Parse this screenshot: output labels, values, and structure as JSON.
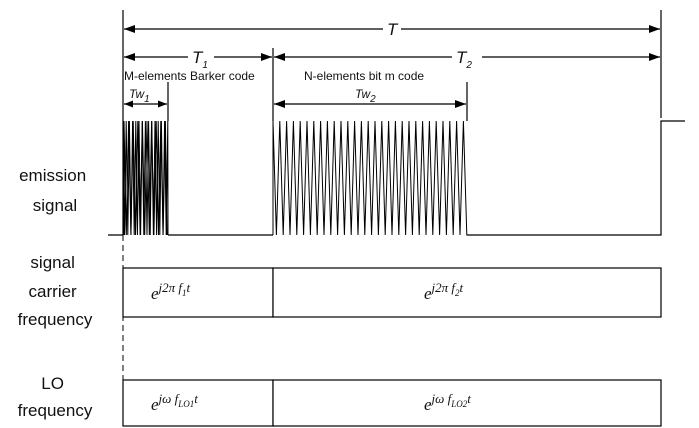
{
  "period_labels": {
    "total": {
      "main": "T",
      "sub": ""
    },
    "first": {
      "main": "T",
      "sub": "1"
    },
    "second": {
      "main": "T",
      "sub": "2"
    },
    "pulse1": {
      "main": "Tw",
      "sub": "1"
    },
    "pulse2": {
      "main": "Tw",
      "sub": "2"
    }
  },
  "code_labels": {
    "barker": "M-elements Barker code",
    "mcode": "N-elements bit m code"
  },
  "row_labels": {
    "emission": [
      "emission",
      "signal"
    ],
    "carrier": [
      "signal",
      "carrier",
      "frequency"
    ],
    "lo": [
      "LO",
      "frequency"
    ]
  },
  "carrier_formulas": [
    {
      "base": "e",
      "exp_main": "j2π f",
      "exp_sub": "1",
      "exp_tail": "t"
    },
    {
      "base": "e",
      "exp_main": "j2π f",
      "exp_sub": "2",
      "exp_tail": "t"
    }
  ],
  "lo_formulas": [
    {
      "base": "e",
      "exp_main": "jω f",
      "exp_sub": "LO1",
      "exp_tail": "t"
    },
    {
      "base": "e",
      "exp_main": "jω f",
      "exp_sub": "LO2",
      "exp_tail": "t"
    }
  ],
  "colors": {
    "stroke": "#000000",
    "background": "#ffffff"
  }
}
